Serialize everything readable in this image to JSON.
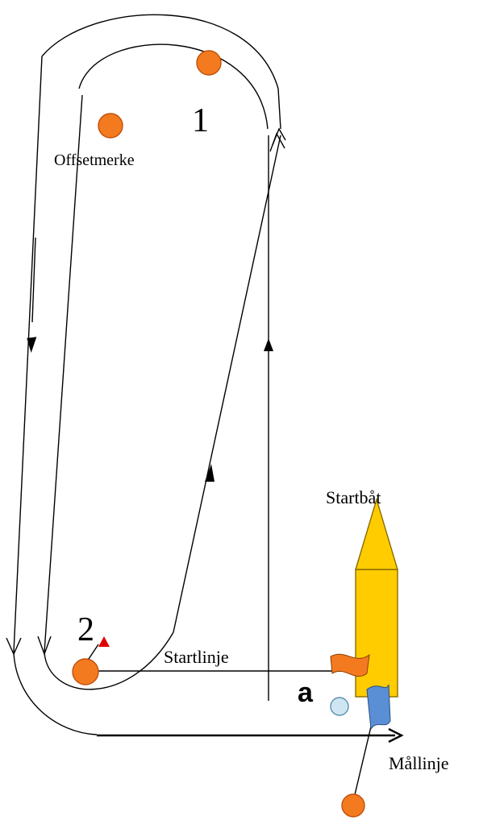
{
  "labels": {
    "mark_1": "1",
    "mark_2": "2",
    "offset_mark": "Offsetmerke",
    "start_boat": "Startbåt",
    "start_line": "Startlinje",
    "finish_line": "Mållinje",
    "mark_a": "a"
  },
  "colors": {
    "mark_fill": "#f47a20",
    "mark_stroke": "#c0500a",
    "buoy_a_fill": "#cfe6f2",
    "buoy_a_stroke": "#5b8fb0",
    "boat_fill": "#ffcc00",
    "boat_stroke": "#8a6d00",
    "flag_orange": "#f47a20",
    "flag_blue": "#5a8fd6",
    "triangle_red": "#e00000"
  }
}
